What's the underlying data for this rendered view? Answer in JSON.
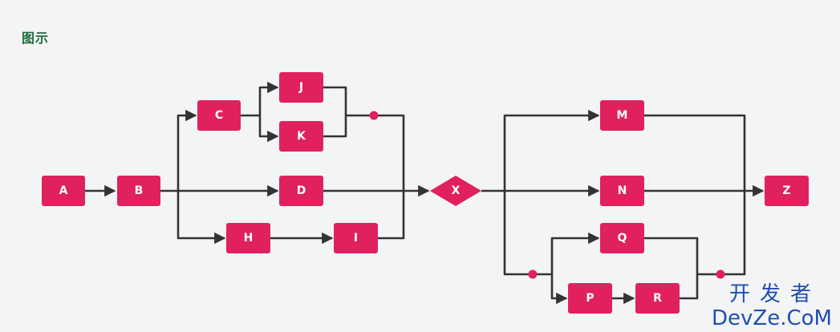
{
  "header": {
    "title": "图示"
  },
  "diagram": {
    "nodes": {
      "A": "A",
      "B": "B",
      "C": "C",
      "D": "D",
      "H": "H",
      "I": "I",
      "J": "J",
      "K": "K",
      "X": "X",
      "M": "M",
      "N": "N",
      "Q": "Q",
      "P": "P",
      "R": "R",
      "Z": "Z"
    },
    "colors": {
      "node": "#e0215e",
      "edge": "#333333",
      "title": "#1e6b3c"
    }
  },
  "watermark": {
    "cn": "开发者",
    "en": "DevZe.CoM"
  }
}
